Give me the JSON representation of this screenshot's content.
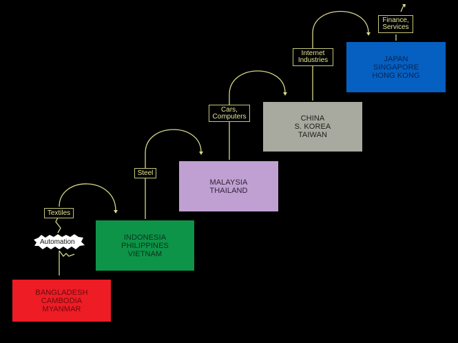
{
  "diagram": {
    "type": "staircase",
    "line_color": "#d8d88a",
    "steps": [
      {
        "id": "tier1",
        "countries": [
          "BANGLADESH",
          "CAMBODIA",
          "MYANMAR"
        ],
        "color": "#ee1c25",
        "text_color": "#6b0a0e"
      },
      {
        "id": "tier2",
        "countries": [
          "INDONESIA",
          "PHILIPPINES",
          "VIETNAM"
        ],
        "color": "#0e9448",
        "text_color": "#08331a"
      },
      {
        "id": "tier3",
        "countries": [
          "MALAYSIA",
          "THAILAND"
        ],
        "color": "#c0a0d2",
        "text_color": "#2e2236"
      },
      {
        "id": "tier4",
        "countries": [
          "CHINA",
          "S. KOREA",
          "TAIWAN"
        ],
        "color": "#a9aa9f",
        "text_color": "#1c1c1a"
      },
      {
        "id": "tier5",
        "countries": [
          "JAPAN",
          "SINGAPORE",
          "HONG KONG"
        ],
        "color": "#0560c2",
        "text_color": "#0a2550"
      }
    ],
    "transitions": [
      {
        "label_lines": [
          "Textiles"
        ]
      },
      {
        "label_lines": [
          "Steel"
        ]
      },
      {
        "label_lines": [
          "Cars,",
          "Computers"
        ]
      },
      {
        "label_lines": [
          "Internet",
          "Industries"
        ]
      },
      {
        "label_lines": [
          "Finance,",
          "Services"
        ]
      }
    ],
    "disruption": {
      "label": "Automation"
    }
  }
}
